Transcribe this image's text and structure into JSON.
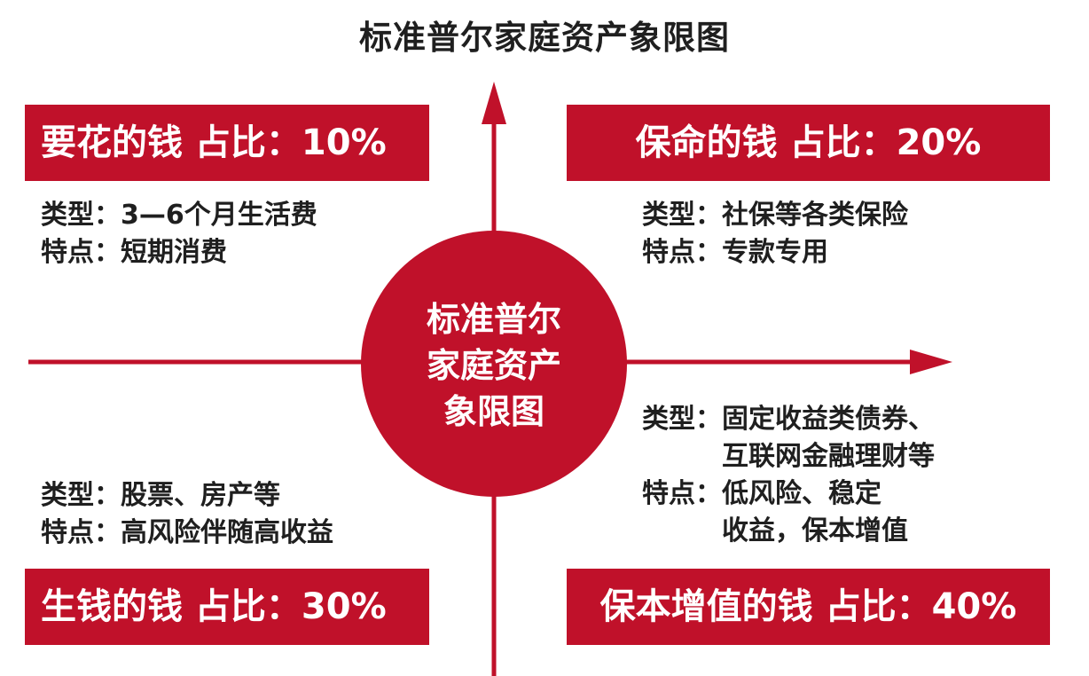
{
  "title": "标准普尔家庭资产象限图",
  "center": {
    "lines": [
      "标准普尔",
      "家庭资产",
      "象限图"
    ]
  },
  "quadrants": {
    "top_left": {
      "banner": "要花的钱 占比：10%",
      "type_label": "类型：",
      "type_lines": [
        "3—6个月生活费"
      ],
      "feature_label": "特点：",
      "feature_lines": [
        "短期消费"
      ]
    },
    "top_right": {
      "banner": "保命的钱 占比：20%",
      "type_label": "类型：",
      "type_lines": [
        "社保等各类保险"
      ],
      "feature_label": "特点：",
      "feature_lines": [
        "专款专用"
      ]
    },
    "bottom_left": {
      "banner": "生钱的钱 占比：30%",
      "type_label": "类型：",
      "type_lines": [
        "股票、房产等"
      ],
      "feature_label": "特点：",
      "feature_lines": [
        "高风险伴随高收益"
      ]
    },
    "bottom_right": {
      "banner": "保本增值的钱 占比：40%",
      "type_label": "类型：",
      "type_lines": [
        "固定收益类债券、",
        "互联网金融理财等"
      ],
      "feature_label": "特点：",
      "feature_lines": [
        "低风险、稳定",
        "收益，保本增值"
      ]
    }
  },
  "colors": {
    "accent": "#c0112a",
    "text": "#1f1f1f",
    "background": "#ffffff"
  }
}
